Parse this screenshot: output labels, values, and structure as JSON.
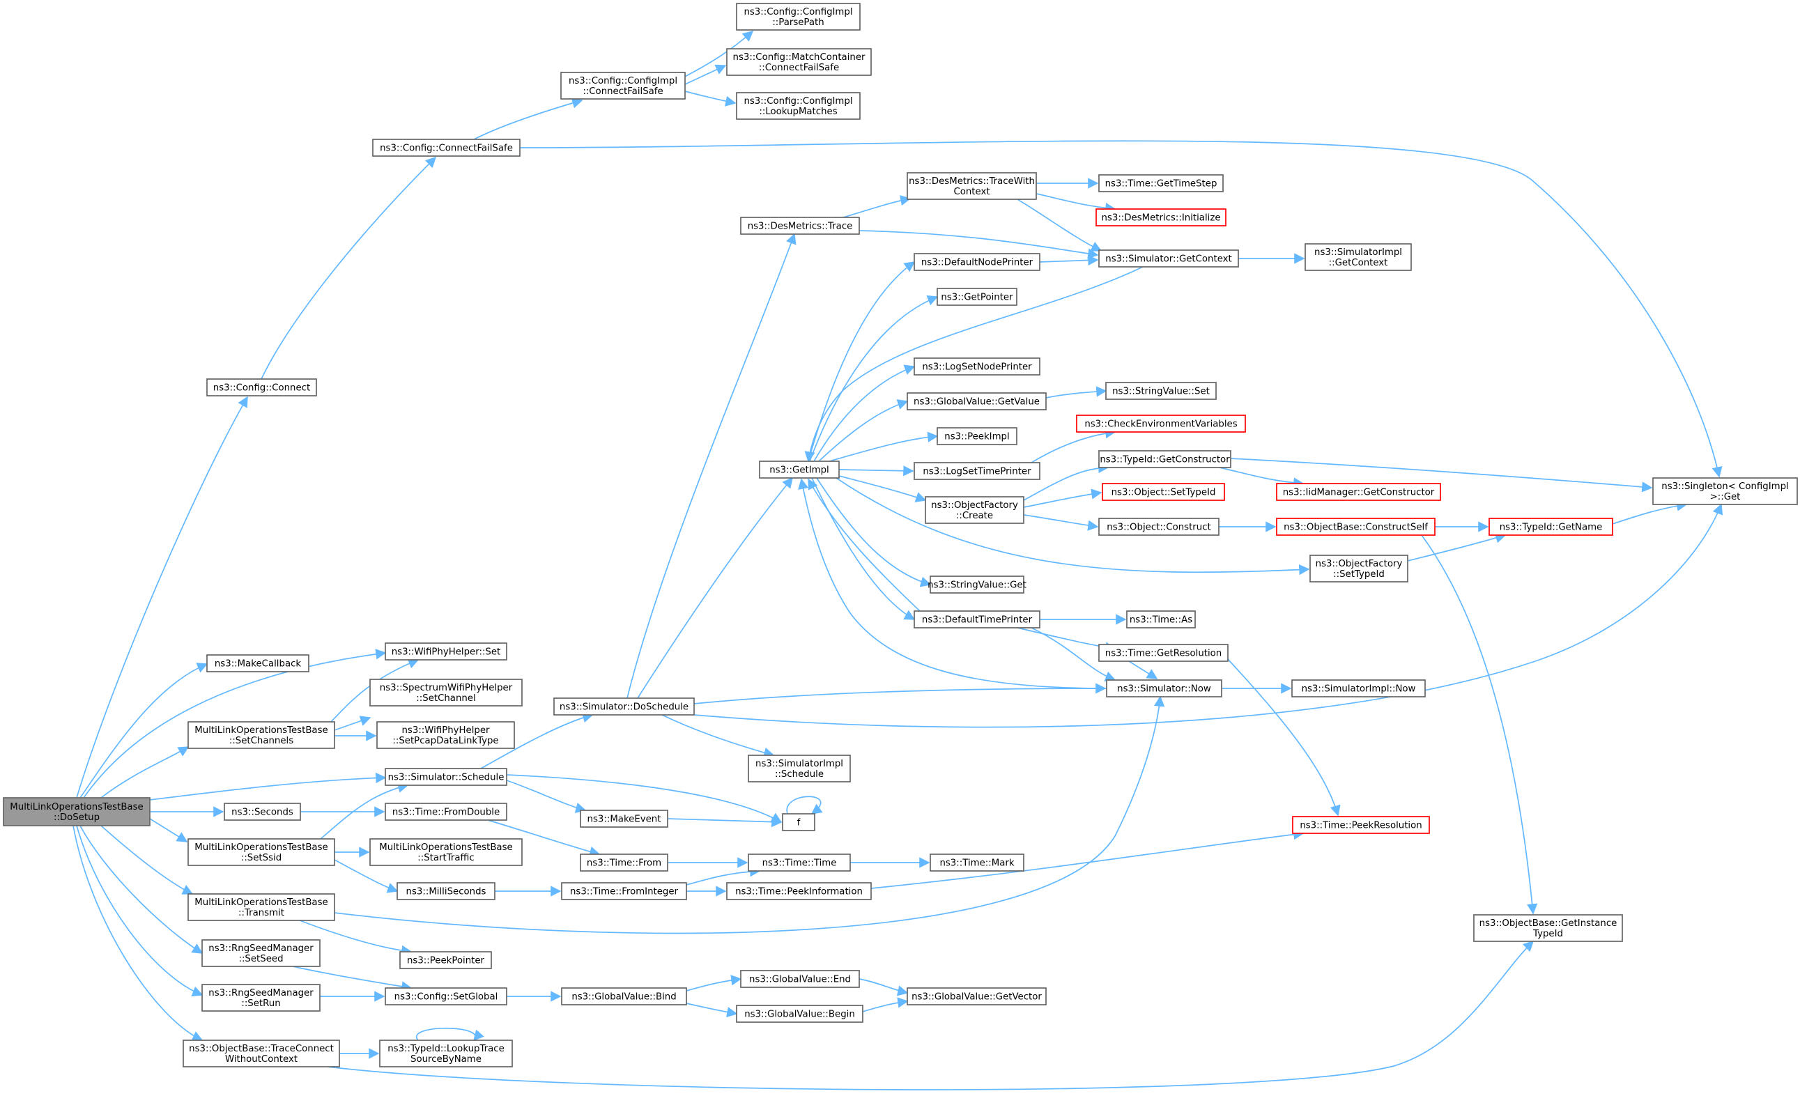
{
  "diagram": {
    "title": "",
    "colors": {
      "edge": "#63b8ff",
      "border": "#666666",
      "highlight": "#ff0000",
      "root_fill": "#999999"
    },
    "nodes": [
      {
        "id": "root",
        "lines": [
          "MultiLinkOperationsTestBase",
          "::DoSetup"
        ],
        "style": "root"
      },
      {
        "id": "connect",
        "lines": [
          "ns3::Config::Connect"
        ]
      },
      {
        "id": "connectfs",
        "lines": [
          "ns3::Config::ConnectFailSafe"
        ]
      },
      {
        "id": "implcfs",
        "lines": [
          "ns3::Config::ConfigImpl",
          "::ConnectFailSafe"
        ]
      },
      {
        "id": "parsepath",
        "lines": [
          "ns3::Config::ConfigImpl",
          "::ParsePath"
        ]
      },
      {
        "id": "matchcont",
        "lines": [
          "ns3::Config::MatchContainer",
          "::ConnectFailSafe"
        ]
      },
      {
        "id": "lookupm",
        "lines": [
          "ns3::Config::ConfigImpl",
          "::LookupMatches"
        ]
      },
      {
        "id": "makecb",
        "lines": [
          "ns3::MakeCallback"
        ]
      },
      {
        "id": "wifiset",
        "lines": [
          "ns3::WifiPhyHelper::Set"
        ]
      },
      {
        "id": "setchannels",
        "lines": [
          "MultiLinkOperationsTestBase",
          "::SetChannels"
        ]
      },
      {
        "id": "specsetch",
        "lines": [
          "ns3::SpectrumWifiPhyHelper",
          "::SetChannel"
        ]
      },
      {
        "id": "setpcap",
        "lines": [
          "ns3::WifiPhyHelper",
          "::SetPcapDataLinkType"
        ]
      },
      {
        "id": "simschedule",
        "lines": [
          "ns3::Simulator::Schedule"
        ]
      },
      {
        "id": "seconds",
        "lines": [
          "ns3::Seconds"
        ]
      },
      {
        "id": "setssid",
        "lines": [
          "MultiLinkOperationsTestBase",
          "::SetSsid"
        ]
      },
      {
        "id": "starttraffic",
        "lines": [
          "MultiLinkOperationsTestBase",
          "::StartTraffic"
        ]
      },
      {
        "id": "milli",
        "lines": [
          "ns3::MilliSeconds"
        ]
      },
      {
        "id": "transmit",
        "lines": [
          "MultiLinkOperationsTestBase",
          "::Transmit"
        ]
      },
      {
        "id": "peekptr",
        "lines": [
          "ns3::PeekPointer"
        ]
      },
      {
        "id": "setseed",
        "lines": [
          "ns3::RngSeedManager",
          "::SetSeed"
        ]
      },
      {
        "id": "setrun",
        "lines": [
          "ns3::RngSeedManager",
          "::SetRun"
        ]
      },
      {
        "id": "setglobal",
        "lines": [
          "ns3::Config::SetGlobal"
        ]
      },
      {
        "id": "traceconnect",
        "lines": [
          "ns3::ObjectBase::TraceConnect",
          "WithoutContext"
        ]
      },
      {
        "id": "lookuptrace",
        "lines": [
          "ns3::TypeId::LookupTrace",
          "SourceByName"
        ]
      },
      {
        "id": "fromdouble",
        "lines": [
          "ns3::Time::FromDouble"
        ]
      },
      {
        "id": "doschedule",
        "lines": [
          "ns3::Simulator::DoSchedule"
        ]
      },
      {
        "id": "makeevent",
        "lines": [
          "ns3::MakeEvent"
        ]
      },
      {
        "id": "timefrom",
        "lines": [
          "ns3::Time::From"
        ]
      },
      {
        "id": "frominteger",
        "lines": [
          "ns3::Time::FromInteger"
        ]
      },
      {
        "id": "gvbind",
        "lines": [
          "ns3::GlobalValue::Bind"
        ]
      },
      {
        "id": "desmtrace",
        "lines": [
          "ns3::DesMetrics::Trace"
        ]
      },
      {
        "id": "getimpl",
        "lines": [
          "ns3::GetImpl"
        ]
      },
      {
        "id": "simimplsched",
        "lines": [
          "ns3::SimulatorImpl",
          "::Schedule"
        ]
      },
      {
        "id": "f",
        "lines": [
          "f"
        ]
      },
      {
        "id": "timetime",
        "lines": [
          "ns3::Time::Time"
        ]
      },
      {
        "id": "peekinfo",
        "lines": [
          "ns3::Time::PeekInformation"
        ]
      },
      {
        "id": "gvend",
        "lines": [
          "ns3::GlobalValue::End"
        ]
      },
      {
        "id": "gvbegin",
        "lines": [
          "ns3::GlobalValue::Begin"
        ]
      },
      {
        "id": "tracewith",
        "lines": [
          "ns3::DesMetrics::TraceWith",
          "Context"
        ]
      },
      {
        "id": "defnodeprinter",
        "lines": [
          "ns3::DefaultNodePrinter"
        ]
      },
      {
        "id": "getpointer",
        "lines": [
          "ns3::GetPointer"
        ]
      },
      {
        "id": "logsetnode",
        "lines": [
          "ns3::LogSetNodePrinter"
        ]
      },
      {
        "id": "gvgetvalue",
        "lines": [
          "ns3::GlobalValue::GetValue"
        ]
      },
      {
        "id": "peekimpl",
        "lines": [
          "ns3::PeekImpl"
        ]
      },
      {
        "id": "logsettime",
        "lines": [
          "ns3::LogSetTimePrinter"
        ]
      },
      {
        "id": "objfactcreate",
        "lines": [
          "ns3::ObjectFactory",
          "::Create"
        ]
      },
      {
        "id": "strvalget",
        "lines": [
          "ns3::StringValue::Get"
        ]
      },
      {
        "id": "deftimeprinter",
        "lines": [
          "ns3::DefaultTimePrinter"
        ]
      },
      {
        "id": "timemark",
        "lines": [
          "ns3::Time::Mark"
        ]
      },
      {
        "id": "gvgetvector",
        "lines": [
          "ns3::GlobalValue::GetVector"
        ]
      },
      {
        "id": "gettimestep",
        "lines": [
          "ns3::Time::GetTimeStep"
        ]
      },
      {
        "id": "desminit",
        "lines": [
          "ns3::DesMetrics::Initialize"
        ],
        "style": "red"
      },
      {
        "id": "simgetcontext",
        "lines": [
          "ns3::Simulator::GetContext"
        ]
      },
      {
        "id": "strvalset",
        "lines": [
          "ns3::StringValue::Set"
        ]
      },
      {
        "id": "checkenv",
        "lines": [
          "ns3::CheckEnvironmentVariables"
        ],
        "style": "red"
      },
      {
        "id": "typeidgetctor",
        "lines": [
          "ns3::TypeId::GetConstructor"
        ]
      },
      {
        "id": "objsettypeid",
        "lines": [
          "ns3::Object::SetTypeId"
        ],
        "style": "red"
      },
      {
        "id": "objconstruct",
        "lines": [
          "ns3::Object::Construct"
        ]
      },
      {
        "id": "timeas",
        "lines": [
          "ns3::Time::As"
        ]
      },
      {
        "id": "getres",
        "lines": [
          "ns3::Time::GetResolution"
        ]
      },
      {
        "id": "simnow",
        "lines": [
          "ns3::Simulator::Now"
        ]
      },
      {
        "id": "peekres",
        "lines": [
          "ns3::Time::PeekResolution"
        ],
        "style": "red"
      },
      {
        "id": "simimplgetctx",
        "lines": [
          "ns3::SimulatorImpl",
          "::GetContext"
        ]
      },
      {
        "id": "iidgetctor",
        "lines": [
          "ns3::IidManager::GetConstructor"
        ],
        "style": "red"
      },
      {
        "id": "constructself",
        "lines": [
          "ns3::ObjectBase::ConstructSelf"
        ],
        "style": "red"
      },
      {
        "id": "objfactset",
        "lines": [
          "ns3::ObjectFactory",
          "::SetTypeId"
        ]
      },
      {
        "id": "simimplnow",
        "lines": [
          "ns3::SimulatorImpl::Now"
        ]
      },
      {
        "id": "getinstance",
        "lines": [
          "ns3::ObjectBase::GetInstance",
          "TypeId"
        ]
      },
      {
        "id": "typeidgetname",
        "lines": [
          "ns3::TypeId::GetName"
        ],
        "style": "red"
      },
      {
        "id": "singleton",
        "lines": [
          "ns3::Singleton< ConfigImpl",
          ">::Get"
        ]
      }
    ]
  }
}
